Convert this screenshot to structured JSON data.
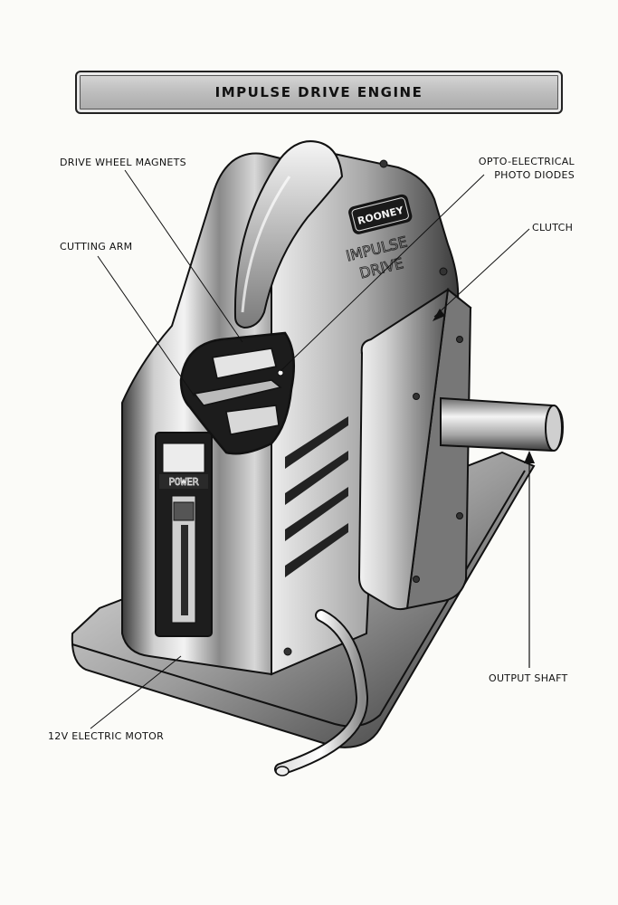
{
  "title": "IMPULSE DRIVE ENGINE",
  "labels": {
    "drive_wheel_magnets": "DRIVE WHEEL MAGNETS",
    "opto_electrical_line1": "OPTO-ELECTRICAL",
    "opto_electrical_line2": "PHOTO DIODES",
    "clutch": "CLUTCH",
    "cutting_arm": "CUTTING ARM",
    "output_shaft": "OUTPUT SHAFT",
    "electric_motor": "12V ELECTRIC MOTOR"
  },
  "device_text": {
    "brand": "ROONEY",
    "model_line1": "IMPULSE",
    "model_line2": "DRIVE",
    "switch_label": "POWER"
  },
  "colors": {
    "ink": "#111111",
    "paper": "#fbfbf8",
    "metal_light": "#e8e8e8",
    "metal_dark": "#2a2a2a"
  }
}
